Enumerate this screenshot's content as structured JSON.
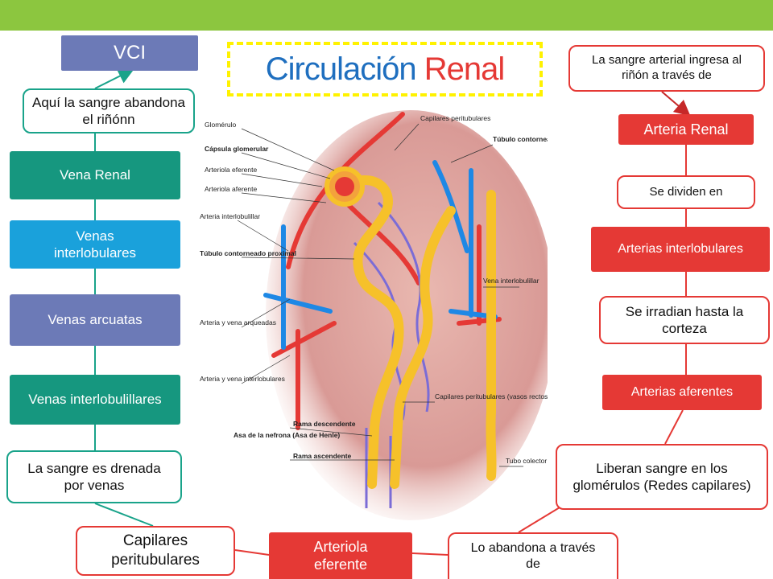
{
  "title": {
    "part1": "Circulación",
    "part2": "Renal"
  },
  "left": {
    "vci": "VCI",
    "exit_note": "Aquí  la sangre abandona  el riñónn",
    "vena_renal": "Vena Renal",
    "venas_interlobulares": "Venas interlobulares",
    "venas_arcuatas": "Venas arcuatas",
    "venas_interlobulillares": "Venas interlobulillares",
    "drenada": "La sangre es drenada por venas"
  },
  "bottom": {
    "capilares": "Capilares peritubulares",
    "arteriola_eferente": "Arteriola eferente",
    "abandona": "Lo abandona a través de"
  },
  "right": {
    "ingresa": "La sangre arterial ingresa al riñón a través de",
    "arteria_renal": "Arteria Renal",
    "se_dividen": "Se dividen en",
    "arterias_interlobulares": "Arterias interlobulares",
    "se_irradian": "Se irradian hasta la corteza",
    "arterias_aferentes": "Arterias aferentes",
    "liberan": "Liberan sangre en los glomérulos  (Redes capilares)"
  },
  "diagram_labels": {
    "glomerulo": "Glomérulo",
    "capsula": "Cápsula glomerular",
    "arteriola_eferente": "Arteriola eferente",
    "arteriola_aferente": "Arteriola aferente",
    "arteria_interlobulillar": "Arteria interlobulillar",
    "tubulo_proximal": "Túbulo contorneado proximal",
    "arteria_vena_arqueadas": "Arteria y vena arqueadas",
    "arteria_vena_interlobulares": "Arteria y vena interlobulares",
    "asa_henle": "Asa de la nefrona (Asa de Henle)",
    "rama_descendente": "Rama descendente",
    "rama_ascendente": "Rama ascendente",
    "capilares_top": "Capilares peritubulares",
    "tubulo_distal": "Túbulo contorneado distal",
    "vena_interlobulillar": "Vena interlobulillar",
    "capilares_vasos": "Capilares peritubulares (vasos rectos)",
    "tubo_colector": "Tubo colector"
  },
  "colors": {
    "topbar": "#8cc63f",
    "red": "#e53935",
    "teal": "#16977f",
    "blue": "#1aa1db",
    "purple": "#6c7ab7",
    "title_blue": "#1f6fbf",
    "title_border": "#fff200"
  }
}
